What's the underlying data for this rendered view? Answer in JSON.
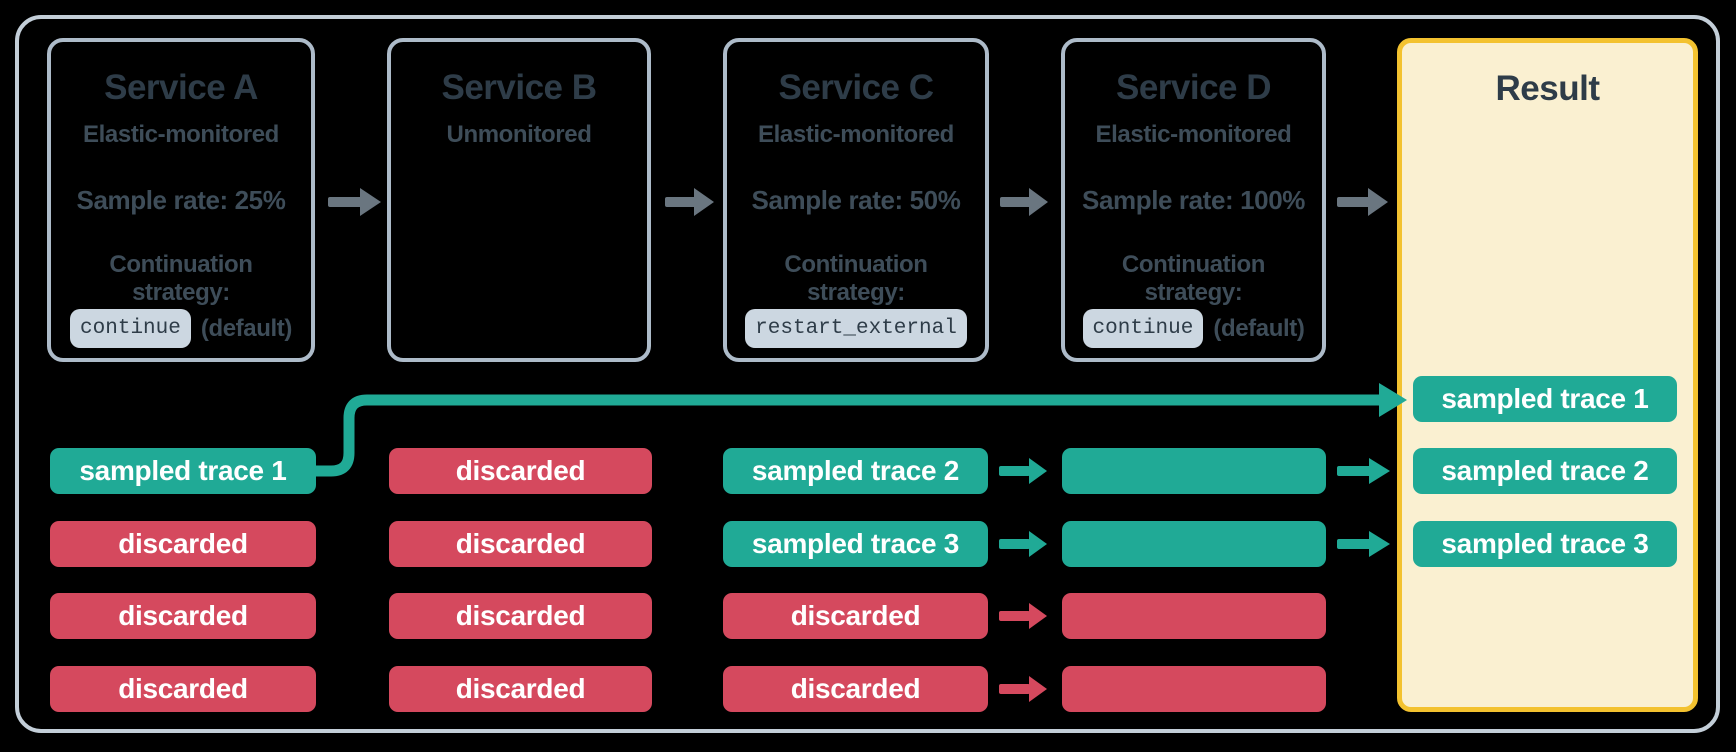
{
  "palette": {
    "background": "#000000",
    "teal": "#20aa96",
    "red": "#d5495e",
    "slate_text": "#3e4d59",
    "title_text": "#2e3c48",
    "box_border": "#adbbc9",
    "frame_border": "#c3ced8",
    "arrow_gray": "#6a7680",
    "chip_bg": "#ccd7e1",
    "result_bg": "#faf0d1",
    "result_border": "#f3c22f",
    "pill_text": "#ffffff"
  },
  "services": [
    {
      "title": "Service A",
      "monitoring": "Elastic-monitored",
      "sample_rate": "Sample rate: 25%",
      "continuation_line_1": "Continuation",
      "continuation_line_2": "strategy:",
      "chip": "continue",
      "chip_suffix": "(default)"
    },
    {
      "title": "Service B",
      "monitoring": "Unmonitored"
    },
    {
      "title": "Service C",
      "monitoring": "Elastic-monitored",
      "sample_rate": "Sample rate: 50%",
      "continuation_line_1": "Continuation",
      "continuation_line_2": "strategy:",
      "chip": "restart_external"
    },
    {
      "title": "Service D",
      "monitoring": "Elastic-monitored",
      "sample_rate": "Sample rate: 100%",
      "continuation_line_1": "Continuation",
      "continuation_line_2": "strategy:",
      "chip": "continue",
      "chip_suffix": "(default)"
    }
  ],
  "result": {
    "title": "Result",
    "rows": [
      {
        "label": "sampled trace 1",
        "type": "sampled"
      },
      {
        "label": "sampled trace 2",
        "type": "sampled"
      },
      {
        "label": "sampled trace 3",
        "type": "sampled"
      }
    ]
  },
  "trace_rows": {
    "a": [
      {
        "label": "sampled trace 1",
        "type": "sampled"
      },
      {
        "label": "discarded",
        "type": "discarded"
      },
      {
        "label": "discarded",
        "type": "discarded"
      },
      {
        "label": "discarded",
        "type": "discarded"
      }
    ],
    "b": [
      {
        "label": "discarded",
        "type": "discarded"
      },
      {
        "label": "discarded",
        "type": "discarded"
      },
      {
        "label": "discarded",
        "type": "discarded"
      },
      {
        "label": "discarded",
        "type": "discarded"
      }
    ],
    "c": [
      {
        "label": "sampled trace 2",
        "type": "sampled"
      },
      {
        "label": "sampled trace 3",
        "type": "sampled"
      },
      {
        "label": "discarded",
        "type": "discarded"
      },
      {
        "label": "discarded",
        "type": "discarded"
      }
    ],
    "d": [
      {
        "label": "",
        "type": "sampled"
      },
      {
        "label": "",
        "type": "sampled"
      },
      {
        "label": "",
        "type": "discarded"
      },
      {
        "label": "",
        "type": "discarded"
      }
    ]
  }
}
